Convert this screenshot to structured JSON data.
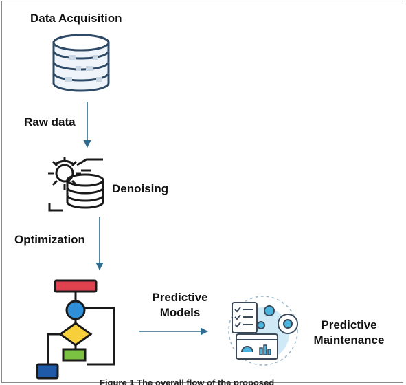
{
  "labels": {
    "acquisition": "Data Acquisition",
    "raw_data": "Raw data",
    "denoising": "Denoising",
    "optimization": "Optimization",
    "predictive_models_line1": "Predictive",
    "predictive_models_line2": "Models",
    "maintenance_line1": "Predictive",
    "maintenance_line2": "Maintenance"
  },
  "caption_fragment": "Figure 1 The overall flow of the proposed",
  "colors": {
    "arrow": "#2f6b8f",
    "db_fill": "#eef4fa",
    "db_stroke": "#2f4a66",
    "flow_red": "#e2424f",
    "flow_blue": "#2e8fd8",
    "flow_yellow": "#f6cf3a",
    "flow_green": "#7bc242",
    "flow_navy": "#1e5aa8",
    "maint_bg": "#cfe9f6"
  }
}
